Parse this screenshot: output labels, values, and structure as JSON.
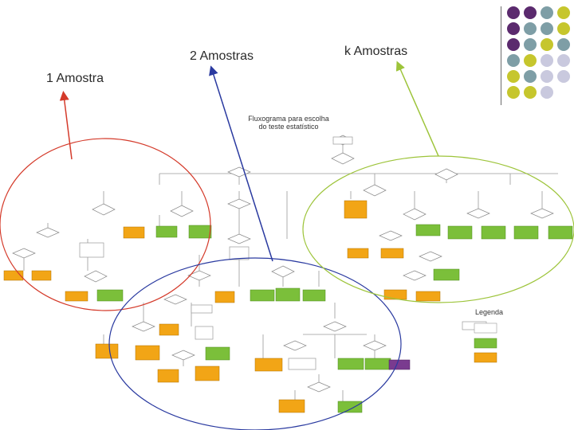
{
  "labels": {
    "one_sample": "1 Amostra",
    "two_samples": "2 Amostras",
    "k_samples": "k Amostras",
    "title_line1": "Fluxograma  para escolha",
    "title_line2": "do teste estatístico",
    "legend": "Legenda"
  },
  "colors": {
    "purple": "#5b2a6e",
    "teal": "#7e9ea6",
    "olive": "#c6c62d",
    "lavender": "#c9c9de",
    "orange": "#f2a516",
    "green": "#7bbf3a",
    "red_circle": "#d43a2a",
    "blue_circle": "#2a3aa0",
    "green_circle": "#9dc43a"
  },
  "corner_dots": [
    [
      "purple",
      "purple",
      "teal",
      "olive"
    ],
    [
      "purple",
      "teal",
      "teal",
      "olive"
    ],
    [
      "purple",
      "teal",
      "olive",
      "teal"
    ],
    [
      "teal",
      "olive",
      "lavender",
      "lavender"
    ],
    [
      "olive",
      "teal",
      "lavender",
      "lavender"
    ],
    [
      "olive",
      "olive",
      "lavender",
      ""
    ]
  ]
}
